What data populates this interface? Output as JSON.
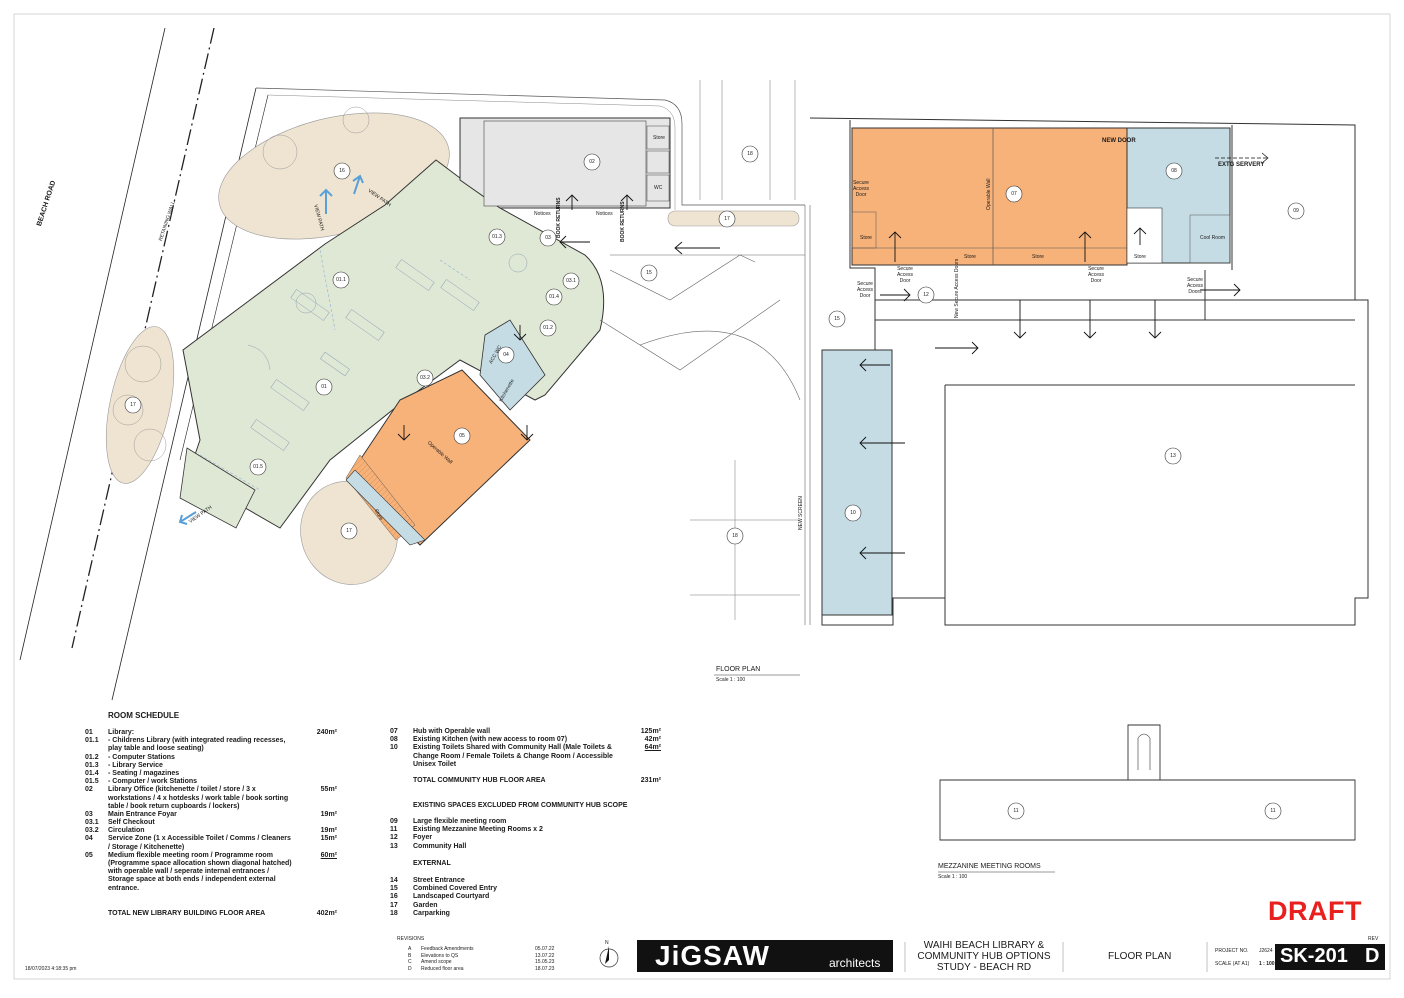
{
  "drawing": {
    "plan_caption": "FLOOR PLAN",
    "plan_scale": "Scale 1 : 100",
    "mezz_caption": "MEZZANINE MEETING ROOMS",
    "mezz_scale": "Scale 1 : 100",
    "road_label": "BEACH ROAD",
    "retaining_label": "RETAINING WALL",
    "view_path": "VIEW PATH",
    "new_screen": "NEW SCREEN",
    "new_door": "NEW DOOR",
    "extg_servery": "EXTG SERVERY",
    "book_returns": "BOOK RETURNS",
    "operable_wall": "Operable Wall",
    "store": "Store",
    "wc": "WC",
    "noticeboard": "Notices",
    "cool_room": "Cool Room",
    "secure_access_door": "Secure Access Door",
    "secure_access_doors": "Secure Access Doors",
    "new_secure_access_doors": "New Secure Access Doors",
    "acc_wc": "ACC WC",
    "kitchenette": "Kitchenette",
    "room_tags": {
      "r01": "01",
      "r011": "01.1",
      "r012": "01.2",
      "r013": "01.3",
      "r014": "01.4",
      "r015": "01.5",
      "r02": "02",
      "r03": "03",
      "r031": "03.1",
      "r032": "03.2",
      "r04": "04",
      "r05": "05",
      "r07": "07",
      "r08": "08",
      "r09": "09",
      "r10": "10",
      "r11a": "11",
      "r11b": "11",
      "r12": "12",
      "r13": "13",
      "r15a": "15",
      "r15b": "15",
      "r16": "16",
      "r17a": "17",
      "r17b": "17",
      "r17c": "17",
      "r18a": "18",
      "r18b": "18"
    }
  },
  "schedule": {
    "title": "ROOM SCHEDULE",
    "left": [
      {
        "code": "01",
        "text": "Library:",
        "area": "240m²"
      },
      {
        "code": "01.1",
        "text": "- Childrens Library (with integrated reading recesses,",
        "area": ""
      },
      {
        "code": "",
        "text": "play table and loose seating)",
        "area": ""
      },
      {
        "code": "01.2",
        "text": "- Computer Stations",
        "area": ""
      },
      {
        "code": "01.3",
        "text": "- Library Service",
        "area": ""
      },
      {
        "code": "01.4",
        "text": "- Seating / magazines",
        "area": ""
      },
      {
        "code": "01.5",
        "text": "- Computer / work Stations",
        "area": ""
      },
      {
        "code": "02",
        "text": "Library Office (kitchenette / toilet / store / 3 x",
        "area": "55m²"
      },
      {
        "code": "",
        "text": "workstations / 4 x hotdesks / work table / book sorting",
        "area": ""
      },
      {
        "code": "",
        "text": "table / book return cupboards / lockers)",
        "area": ""
      },
      {
        "code": "03",
        "text": "Main Entrance Foyar",
        "area": "19m²"
      },
      {
        "code": "03.1",
        "text": "Self Checkout",
        "area": ""
      },
      {
        "code": "03.2",
        "text": "Circulation",
        "area": "19m²"
      },
      {
        "code": "04",
        "text": "Service Zone (1 x Accessible Toilet / Comms / Cleaners",
        "area": "15m²"
      },
      {
        "code": "",
        "text": "/ Storage / Kitchenette)",
        "area": ""
      },
      {
        "code": "05",
        "text": "Medium flexible meeting room / Programme room",
        "area": "60m²"
      },
      {
        "code": "",
        "text": "(Programme space allocation shown diagonal hatched)",
        "area": ""
      },
      {
        "code": "",
        "text": "with operable wall / seperate internal entrances /",
        "area": ""
      },
      {
        "code": "",
        "text": "Storage space at both ends / independent external",
        "area": ""
      },
      {
        "code": "",
        "text": "entrance.",
        "area": ""
      }
    ],
    "left_total": {
      "text": "TOTAL NEW LIBRARY BUILDING FLOOR AREA",
      "area": "402m²"
    },
    "right": [
      {
        "code": "07",
        "text": "Hub with Operable wall",
        "area": "125m²"
      },
      {
        "code": "08",
        "text": "Existing Kitchen (with new access to room 07)",
        "area": "42m²"
      },
      {
        "code": "10",
        "text": "Existing Toilets Shared with Community Hall (Male Toilets &",
        "area": "64m²"
      },
      {
        "code": "",
        "text": "Change Room / Female Toilets & Change Room / Accessible",
        "area": ""
      },
      {
        "code": "",
        "text": "Unisex Toilet",
        "area": ""
      }
    ],
    "right_total": {
      "text": "TOTAL COMMUNITY HUB FLOOR AREA",
      "area": "231m²"
    },
    "excluded_title": "EXISTING SPACES EXCLUDED FROM COMMUNITY HUB SCOPE",
    "excluded": [
      {
        "code": "09",
        "text": "Large flexible meeting room"
      },
      {
        "code": "11",
        "text": "Existing Mezzanine Meeting Rooms x 2"
      },
      {
        "code": "12",
        "text": "Foyer"
      },
      {
        "code": "13",
        "text": "Community Hall"
      }
    ],
    "external_title": "EXTERNAL",
    "external": [
      {
        "code": "14",
        "text": "Street Entrance"
      },
      {
        "code": "15",
        "text": "Combined Covered Entry"
      },
      {
        "code": "16",
        "text": "Landscaped Courtyard"
      },
      {
        "code": "17",
        "text": "Garden"
      },
      {
        "code": "18",
        "text": "Carparking"
      }
    ]
  },
  "revisions": {
    "header": "REVISIONS",
    "rows": [
      {
        "rev": "A",
        "desc": "Feedback Amendments",
        "date": "05.07.22"
      },
      {
        "rev": "B",
        "desc": "Elevations to QS",
        "date": "13.07.22"
      },
      {
        "rev": "C",
        "desc": "Amend scope",
        "date": "15.05.23"
      },
      {
        "rev": "D",
        "desc": "Reduced floor area",
        "date": "18.07.23"
      }
    ]
  },
  "title_block": {
    "timestamp": "18/07/2023 4:18:35 pm",
    "north": "N",
    "logo_text": "JiGSAW",
    "logo_sub": "architects",
    "project_title_1": "WAIHI BEACH LIBRARY &",
    "project_title_2": "COMMUNITY HUB OPTIONS",
    "project_title_3": "STUDY - BEACH RD",
    "sheet_title": "FLOOR PLAN",
    "project_no_label": "PROJECT NO.",
    "project_no": "J2624",
    "scale_label": "SCALE (AT A1)",
    "scale": "1 : 100",
    "rev_label": "REV",
    "sheet_no": "SK-201",
    "revision": "D",
    "draft": "DRAFT"
  },
  "colors": {
    "library_green": "#dfe8d4",
    "orange": "#f7b27a",
    "blue": "#c5dce5",
    "beige": "#efe4d1",
    "grey": "#e6e6e6",
    "view_path_blue": "#5aa0d8",
    "draft_red": "#e8201e"
  }
}
